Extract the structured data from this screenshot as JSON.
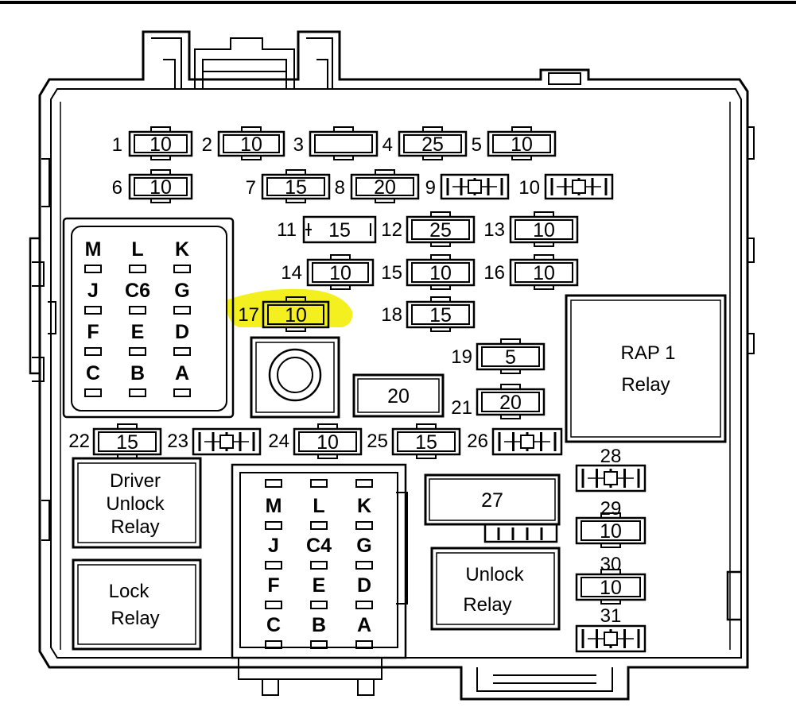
{
  "fuses": [
    {
      "id": "f1",
      "num": "1",
      "rating": "10"
    },
    {
      "id": "f2",
      "num": "2",
      "rating": "10"
    },
    {
      "id": "f3",
      "num": "3",
      "rating": ""
    },
    {
      "id": "f4",
      "num": "4",
      "rating": "25"
    },
    {
      "id": "f5",
      "num": "5",
      "rating": "10"
    },
    {
      "id": "f6",
      "num": "6",
      "rating": "10"
    },
    {
      "id": "f7",
      "num": "7",
      "rating": "15"
    },
    {
      "id": "f8",
      "num": "8",
      "rating": "20"
    },
    {
      "id": "f9",
      "num": "9",
      "rating": ""
    },
    {
      "id": "f10",
      "num": "10",
      "rating": ""
    },
    {
      "id": "f11",
      "num": "11",
      "rating": "15"
    },
    {
      "id": "f12",
      "num": "12",
      "rating": "25"
    },
    {
      "id": "f13",
      "num": "13",
      "rating": "10"
    },
    {
      "id": "f14",
      "num": "14",
      "rating": "10"
    },
    {
      "id": "f15",
      "num": "15",
      "rating": "10"
    },
    {
      "id": "f16",
      "num": "16",
      "rating": "10"
    },
    {
      "id": "f17",
      "num": "17",
      "rating": "10"
    },
    {
      "id": "f18",
      "num": "18",
      "rating": "15"
    },
    {
      "id": "f19",
      "num": "19",
      "rating": "5"
    },
    {
      "id": "f20",
      "num": "",
      "rating": "20"
    },
    {
      "id": "f21",
      "num": "21",
      "rating": "20"
    },
    {
      "id": "f22",
      "num": "22",
      "rating": "15"
    },
    {
      "id": "f23",
      "num": "23",
      "rating": ""
    },
    {
      "id": "f24",
      "num": "24",
      "rating": "10"
    },
    {
      "id": "f25",
      "num": "25",
      "rating": "15"
    },
    {
      "id": "f26",
      "num": "26",
      "rating": ""
    },
    {
      "id": "f27",
      "num": "",
      "rating": "27"
    },
    {
      "id": "f28",
      "num": "28",
      "rating": ""
    },
    {
      "id": "f29",
      "num": "29",
      "rating": "10"
    },
    {
      "id": "f30",
      "num": "30",
      "rating": "10"
    },
    {
      "id": "f31",
      "num": "31",
      "rating": ""
    }
  ],
  "relays": {
    "rap1": [
      "RAP 1",
      "Relay"
    ],
    "driver_unlock": [
      "Driver",
      "Unlock",
      "Relay"
    ],
    "lock": [
      "Lock",
      "Relay"
    ],
    "unlock": [
      "Unlock",
      "Relay"
    ]
  },
  "connectors": {
    "c6": {
      "rows": [
        [
          "M",
          "L",
          "K"
        ],
        [
          "J",
          "C6",
          "G"
        ],
        [
          "F",
          "E",
          "D"
        ],
        [
          "C",
          "B",
          "A"
        ]
      ]
    },
    "c4": {
      "rows": [
        [
          "M",
          "L",
          "K"
        ],
        [
          "J",
          "C4",
          "G"
        ],
        [
          "F",
          "E",
          "D"
        ],
        [
          "C",
          "B",
          "A"
        ]
      ]
    }
  },
  "highlight": {
    "fuse": "17",
    "color": "#f4f020"
  }
}
